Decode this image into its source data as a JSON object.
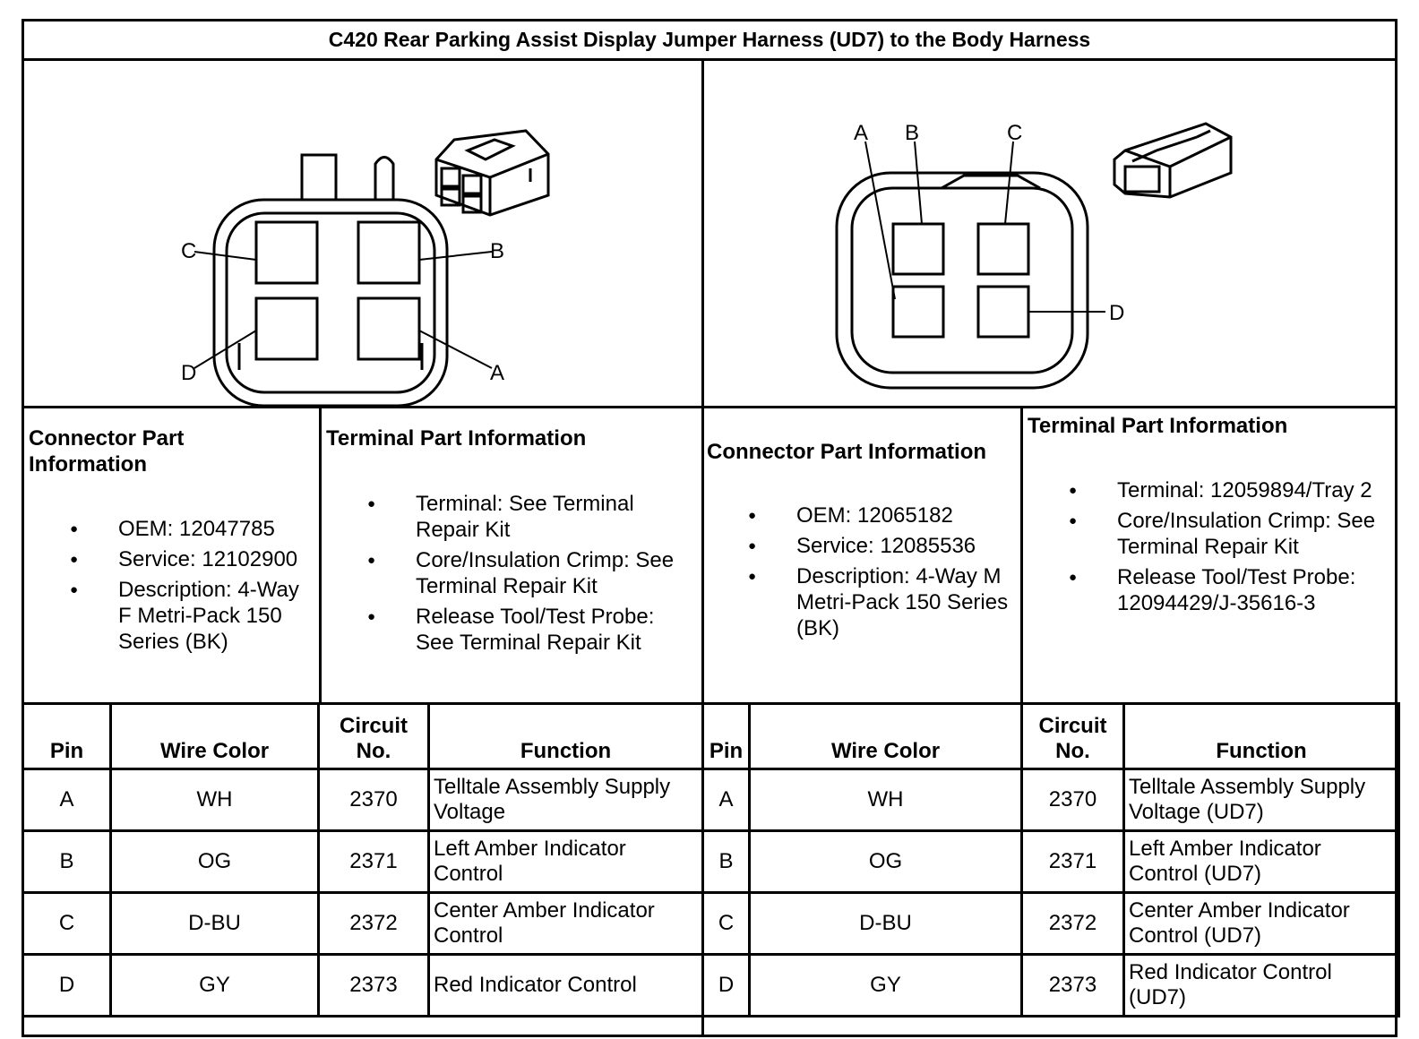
{
  "title": "C420 Rear Parking Assist Display Jumper Harness (UD7) to the Body Harness",
  "left_diagram": {
    "pin_labels": {
      "a": "A",
      "b": "B",
      "c": "C",
      "d": "D"
    }
  },
  "right_diagram": {
    "pin_labels": {
      "a": "A",
      "b": "B",
      "c": "C",
      "d": "D"
    }
  },
  "left_connector": {
    "title": "Connector Part Information",
    "items": [
      "OEM: 12047785",
      "Service: 12102900",
      "Description: 4-Way F Metri-Pack 150 Series (BK)"
    ]
  },
  "left_terminal": {
    "title": "Terminal Part Information",
    "items": [
      "Terminal: See Terminal Repair Kit",
      "Core/Insulation Crimp: See Terminal Repair Kit",
      "Release Tool/Test Probe: See Terminal Repair Kit"
    ]
  },
  "right_connector": {
    "title": "Connector Part Information",
    "items": [
      "OEM: 12065182",
      "Service: 12085536",
      "Description: 4-Way M Metri-Pack 150 Series (BK)"
    ]
  },
  "right_terminal": {
    "title": "Terminal Part Information",
    "items": [
      "Terminal: 12059894/Tray 2",
      "Core/Insulation Crimp: See Terminal Repair Kit",
      "Release Tool/Test Probe: 12094429/J-35616-3"
    ]
  },
  "headers": {
    "pin": "Pin",
    "wire_color": "Wire Color",
    "circuit": "Circuit No.",
    "function": "Function"
  },
  "left_table": [
    {
      "pin": "A",
      "wire": "WH",
      "circuit": "2370",
      "function": "Telltale Assembly Supply Voltage"
    },
    {
      "pin": "B",
      "wire": "OG",
      "circuit": "2371",
      "function": "Left Amber Indicator Control"
    },
    {
      "pin": "C",
      "wire": "D-BU",
      "circuit": "2372",
      "function": "Center Amber Indicator Control"
    },
    {
      "pin": "D",
      "wire": "GY",
      "circuit": "2373",
      "function": "Red Indicator Control"
    }
  ],
  "right_table": [
    {
      "pin": "A",
      "wire": "WH",
      "circuit": "2370",
      "function": "Telltale Assembly Supply Voltage (UD7)"
    },
    {
      "pin": "B",
      "wire": "OG",
      "circuit": "2371",
      "function": "Left Amber Indicator Control (UD7)"
    },
    {
      "pin": "C",
      "wire": "D-BU",
      "circuit": "2372",
      "function": "Center Amber Indicator Control (UD7)"
    },
    {
      "pin": "D",
      "wire": "GY",
      "circuit": "2373",
      "function": "Red Indicator Control (UD7)"
    }
  ]
}
